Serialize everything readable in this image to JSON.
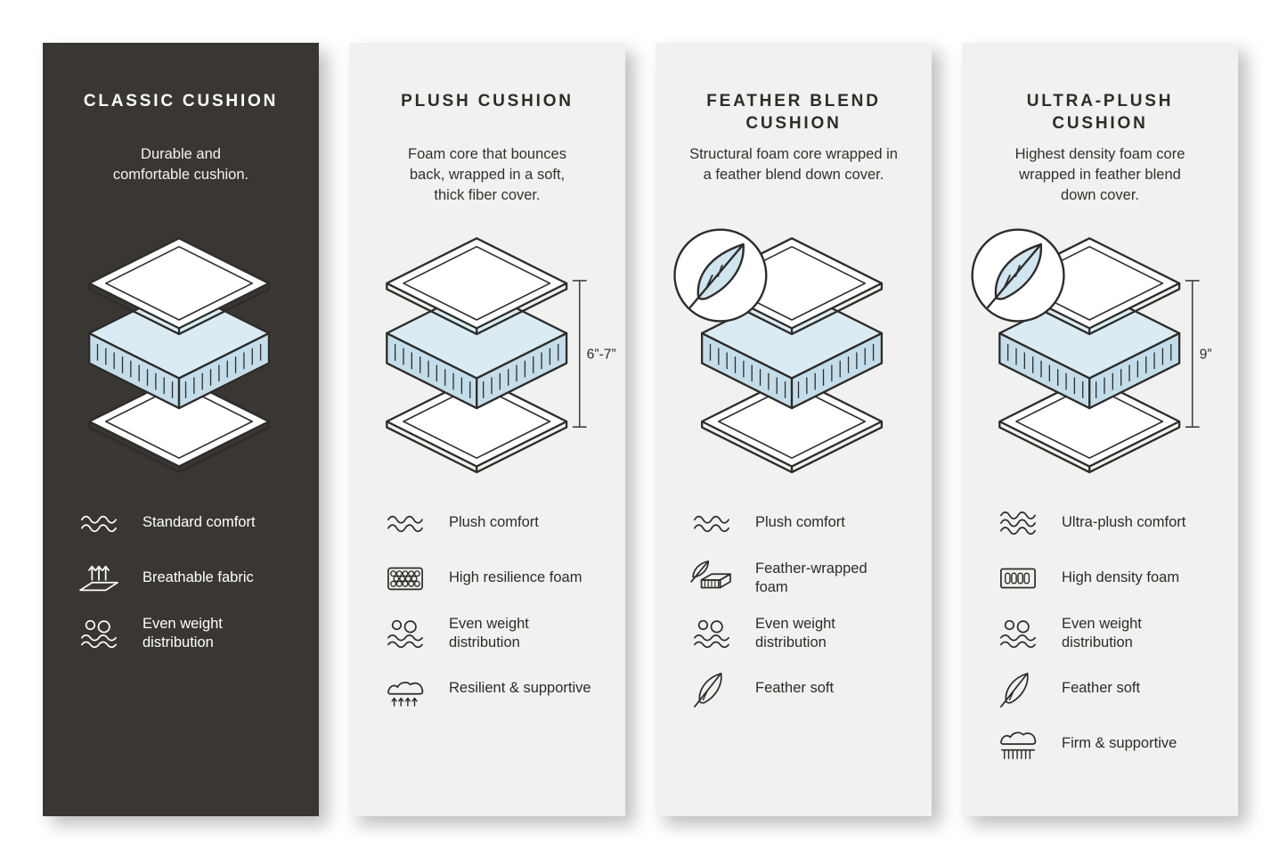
{
  "page": {
    "background": "#ffffff"
  },
  "colors": {
    "dark_card_bg": "#3a3733",
    "light_card_bg": "#f1f1ef",
    "outline": "#2e2c29",
    "foam_top": "#daecf3",
    "foam_side": "#c3deea",
    "text_on_dark": "#ffffff",
    "text_on_light": "#2e2c29"
  },
  "cards": [
    {
      "title": "CLASSIC CUSHION",
      "description": "Durable and\ncomfortable cushion.",
      "theme": "dark",
      "feather_badge": false,
      "height_label": null,
      "features": [
        {
          "icon": "waves-icon",
          "label": "Standard comfort"
        },
        {
          "icon": "breathable-icon",
          "label": "Breathable fabric"
        },
        {
          "icon": "weight-distribution-icon",
          "label": "Even weight distribution"
        }
      ]
    },
    {
      "title": "PLUSH CUSHION",
      "description": "Foam core that bounces\nback, wrapped in a soft,\nthick fiber cover.",
      "theme": "light",
      "feather_badge": false,
      "height_label": "6”-7”",
      "features": [
        {
          "icon": "waves-icon",
          "label": "Plush comfort"
        },
        {
          "icon": "foam-cells-icon",
          "label": "High resilience foam"
        },
        {
          "icon": "weight-distribution-icon",
          "label": "Even weight distribution"
        },
        {
          "icon": "resilient-icon",
          "label": "Resilient & supportive"
        }
      ]
    },
    {
      "title": "FEATHER BLEND\nCUSHION",
      "description": "Structural foam core wrapped in\na feather blend down cover.",
      "theme": "light",
      "feather_badge": true,
      "height_label": null,
      "features": [
        {
          "icon": "waves-icon",
          "label": "Plush comfort"
        },
        {
          "icon": "feather-foam-icon",
          "label": "Feather-wrapped foam"
        },
        {
          "icon": "weight-distribution-icon",
          "label": "Even weight distribution"
        },
        {
          "icon": "feather-icon",
          "label": "Feather soft"
        }
      ]
    },
    {
      "title": "ULTRA-PLUSH\nCUSHION",
      "description": "Highest density foam core\nwrapped in feather blend\ndown cover.",
      "theme": "light",
      "feather_badge": true,
      "height_label": "9”",
      "features": [
        {
          "icon": "waves-dense-icon",
          "label": "Ultra-plush comfort"
        },
        {
          "icon": "foam-density-icon",
          "label": "High density foam"
        },
        {
          "icon": "weight-distribution-icon",
          "label": "Even weight distribution"
        },
        {
          "icon": "feather-icon",
          "label": "Feather soft"
        },
        {
          "icon": "firm-icon",
          "label": "Firm & supportive"
        }
      ]
    }
  ]
}
